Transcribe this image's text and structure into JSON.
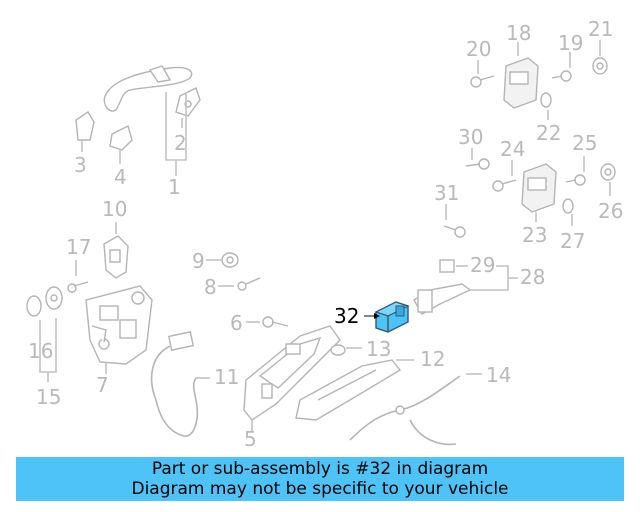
{
  "highlighted_part": "32",
  "highlight_color": "#4ec3f7",
  "callouts": [
    "1",
    "2",
    "3",
    "4",
    "5",
    "6",
    "7",
    "8",
    "9",
    "10",
    "11",
    "12",
    "13",
    "14",
    "15",
    "16",
    "17",
    "18",
    "19",
    "20",
    "21",
    "22",
    "23",
    "24",
    "25",
    "26",
    "27",
    "28",
    "29",
    "30",
    "31",
    "32"
  ],
  "banner": {
    "line1": "Part or sub-assembly is #32 in diagram",
    "line2": "Diagram may not be specific to your vehicle"
  }
}
